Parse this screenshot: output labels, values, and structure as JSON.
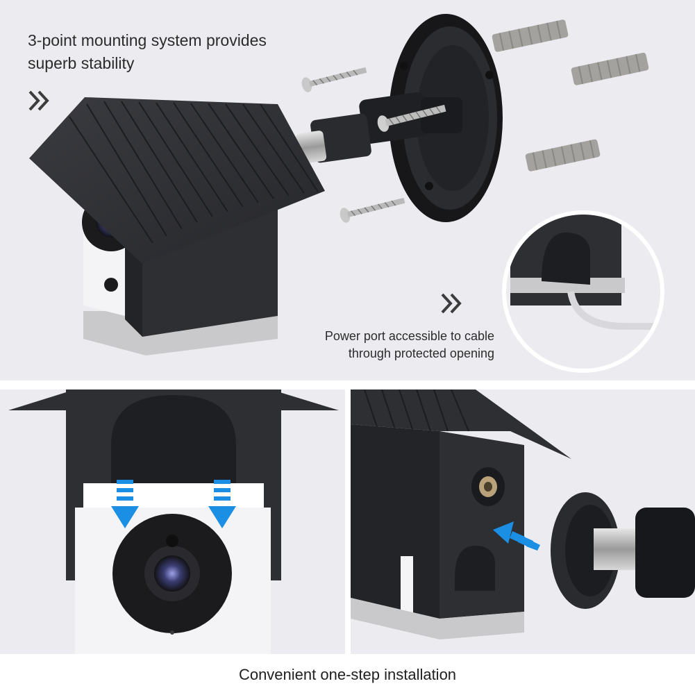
{
  "top_panel": {
    "headline_line1": "3-point mounting system provides",
    "headline_line2": "superb stability",
    "power_note_line1": "Power port accessible to cable",
    "power_note_line2": "through protected opening"
  },
  "caption": "Convenient one-step installation",
  "colors": {
    "background": "#ecebf0",
    "housing_black": "#2e2f33",
    "camera_white": "#f4f4f6",
    "arrow_blue": "#1a8fe3",
    "anchor_gray": "#9c9a97"
  },
  "icons": [
    "double-chevron-right-icon",
    "double-chevron-right-icon",
    "down-arrow-icon",
    "down-arrow-icon",
    "left-arrow-icon"
  ]
}
